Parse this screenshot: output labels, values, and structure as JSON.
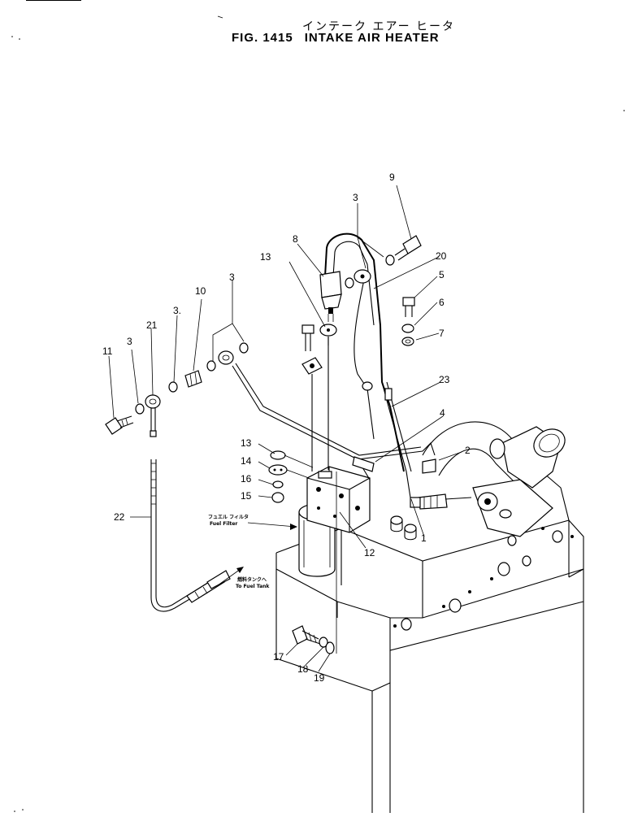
{
  "header": {
    "title_jp": "インテーク エアー ヒータ",
    "fig_number": "FIG. 1415",
    "title_en": "INTAKE AIR HEATER"
  },
  "notes": {
    "fuel_filter_jp": "フュエル フィルタ",
    "fuel_filter_en": "Fuel Filter",
    "fuel_tank_jp": "燃料タンクへ",
    "fuel_tank_en": "To Fuel Tank"
  },
  "callouts": {
    "c1": "1",
    "c2": "2",
    "c3a": "3",
    "c3b": "3",
    "c3c": "3.",
    "c3d": "3",
    "c4": "4",
    "c5": "5",
    "c6": "6",
    "c7": "7",
    "c8": "8",
    "c9": "9",
    "c10": "10",
    "c11": "11",
    "c12": "12",
    "c13a": "13",
    "c13b": "13",
    "c14": "14",
    "c15": "15",
    "c16": "16",
    "c17": "17",
    "c18": "18",
    "c19": "19",
    "c20": "20",
    "c21": "21",
    "c22": "22",
    "c23": "23"
  }
}
